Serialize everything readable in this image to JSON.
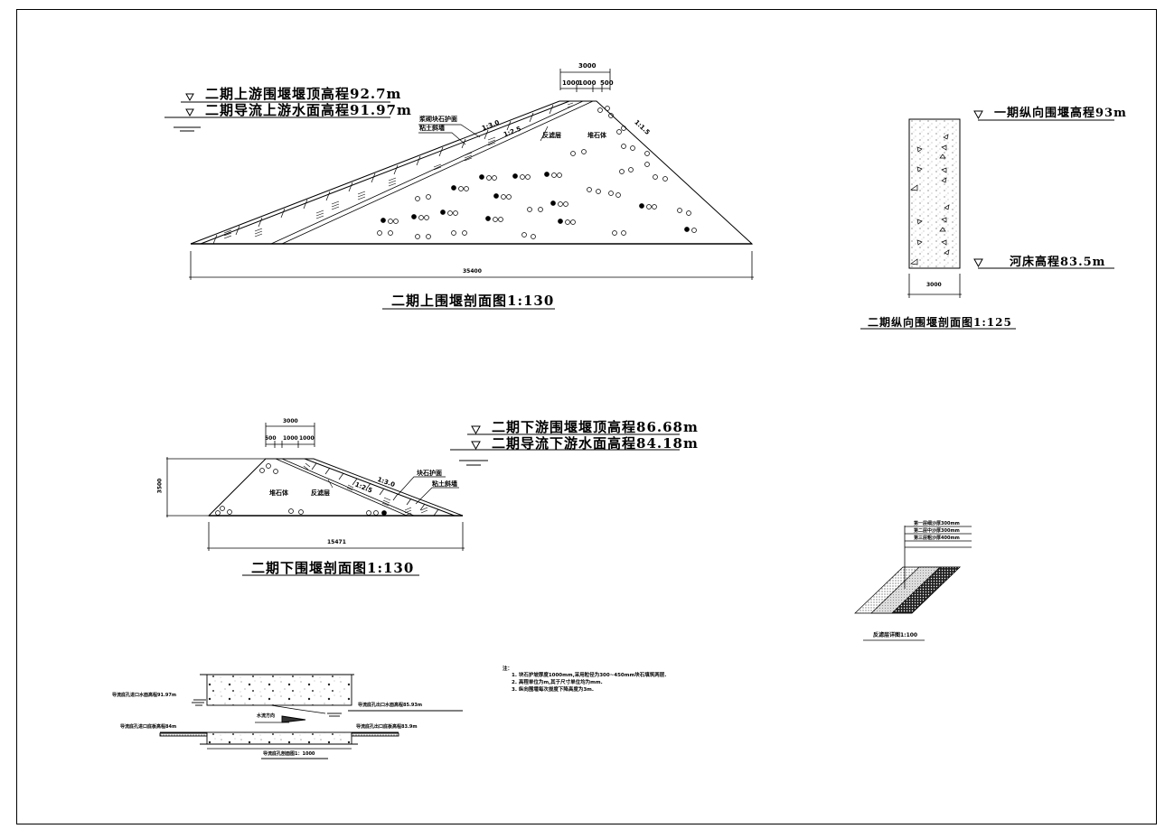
{
  "upstream_section": {
    "title": "二期上围堰剖面图1:130",
    "elev_crest": "二期上游围堰堰顶高程92.7m",
    "elev_water": "二期导流上游水面高程91.97m",
    "label_riprap": "浆砌块石护面",
    "label_clay": "粘土斜墙",
    "label_filter": "反滤层",
    "label_rockfill": "堆石体",
    "slope_up_outer": "1:3.0",
    "slope_up_inner": "1:2.5",
    "slope_down": "1:1.5",
    "dim_top_total": "3000",
    "dim_top_parts": [
      "1000",
      "1000",
      "500"
    ],
    "dim_base": "35400"
  },
  "longitudinal_section": {
    "title": "二期纵向围堰剖面图1:125",
    "elev_top": "一期纵向围堰高程93m",
    "elev_riverbed": "河床高程83.5m",
    "dim_width": "3000"
  },
  "downstream_section": {
    "title": "二期下围堰剖面图1:130",
    "elev_crest": "二期下游围堰堰顶高程86.68m",
    "elev_water": "二期导流下游水面高程84.18m",
    "label_riprap": "块石护面",
    "label_clay": "粘土斜墙",
    "label_filter": "反滤层",
    "label_rockfill": "堆石体",
    "slope_outer": "1:3.0",
    "slope_inner": "1:2.5",
    "dim_top_total": "3000",
    "dim_top_parts": [
      "500",
      "1000",
      "1000"
    ],
    "dim_height": "3500",
    "dim_base": "15471"
  },
  "filter_detail": {
    "title": "反滤层详图1:100",
    "layers": [
      "第一层细沙厚300mm",
      "第二层中沙厚300mm",
      "第三层粗沙厚400mm"
    ]
  },
  "notes": {
    "heading": "注：",
    "items": [
      "1. 块石护坡厚度1000mm,采用粒径为300~450mm块石填筑两层.",
      "2. 高程单位为m,其于尺寸单位均为mm.",
      "3. 纵向围堰每次拔度下降高度为3m."
    ]
  },
  "culvert_section": {
    "title": "导流底孔剖面图1：1000",
    "inlet_water": "导流底孔进口水面高程91.97m",
    "outlet_water": "导流底孔出口水面高程85.93m",
    "flow_direction": "水流方向",
    "inlet_floor": "导流底孔进口底板高程84m",
    "outlet_floor": "导流底孔出口底板高程83.9m"
  }
}
